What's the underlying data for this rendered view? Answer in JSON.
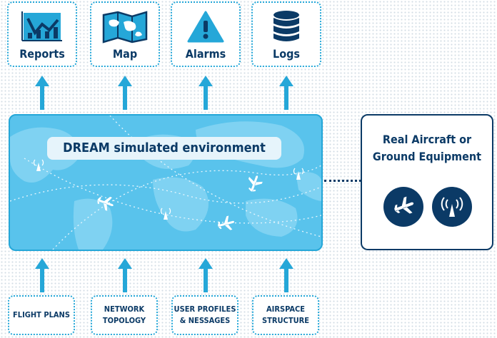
{
  "outputs": [
    {
      "label": "Reports",
      "icon": "chart-icon"
    },
    {
      "label": "Map",
      "icon": "map-icon"
    },
    {
      "label": "Alarms",
      "icon": "alarm-icon"
    },
    {
      "label": "Logs",
      "icon": "database-icon"
    }
  ],
  "inputs": [
    {
      "label": "FLIGHT PLANS"
    },
    {
      "label": "NETWORK\nTOPOLOGY"
    },
    {
      "label": "USER PROFILES\n& NESSAGES"
    },
    {
      "label": "AIRSPACE\nSTRUCTURE"
    }
  ],
  "environment": {
    "title": "DREAM simulated environment"
  },
  "real_equipment": {
    "title": "Real Aircraft or\nGround Equipment",
    "icons": [
      "airplane-icon",
      "antenna-icon"
    ]
  },
  "colors": {
    "navy": "#0b3a66",
    "accent": "#25a7d8",
    "map_blue": "#59c3ec",
    "land": "#7fd2f2"
  }
}
